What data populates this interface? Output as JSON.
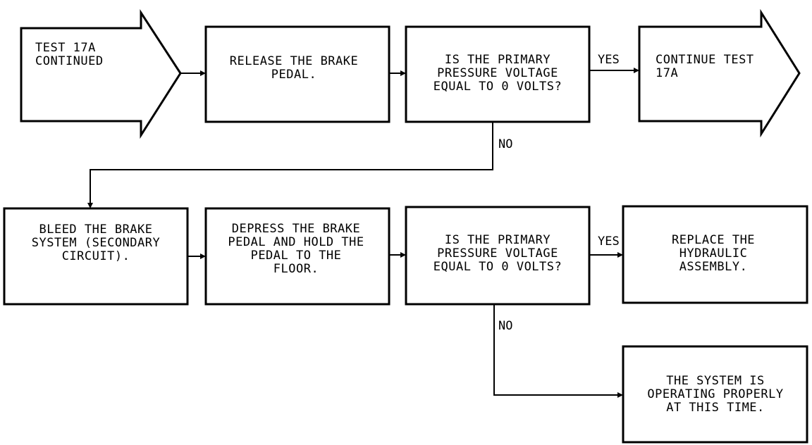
{
  "nodes": {
    "start": {
      "lines": [
        "TEST 17A",
        "CONTINUED"
      ]
    },
    "release": {
      "lines": [
        "RELEASE THE BRAKE",
        "PEDAL."
      ]
    },
    "decision1": {
      "lines": [
        "IS THE PRIMARY",
        "PRESSURE VOLTAGE",
        "EQUAL TO 0 VOLTS?"
      ]
    },
    "continue": {
      "lines": [
        "CONTINUE TEST",
        "17A"
      ]
    },
    "bleed": {
      "lines": [
        "BLEED THE BRAKE",
        "SYSTEM (SECONDARY",
        "CIRCUIT)."
      ]
    },
    "depress": {
      "lines": [
        "DEPRESS THE BRAKE",
        "PEDAL AND HOLD THE",
        "PEDAL TO THE",
        "FLOOR."
      ]
    },
    "decision2": {
      "lines": [
        "IS THE PRIMARY",
        "PRESSURE VOLTAGE",
        "EQUAL TO 0 VOLTS?"
      ]
    },
    "replace": {
      "lines": [
        "REPLACE THE",
        "HYDRAULIC",
        "ASSEMBLY."
      ]
    },
    "ok": {
      "lines": [
        "THE SYSTEM IS",
        "OPERATING PROPERLY",
        "AT THIS TIME."
      ]
    }
  },
  "edge_labels": {
    "d1_yes": "YES",
    "d1_no": "NO",
    "d2_yes": "YES",
    "d2_no": "NO"
  }
}
